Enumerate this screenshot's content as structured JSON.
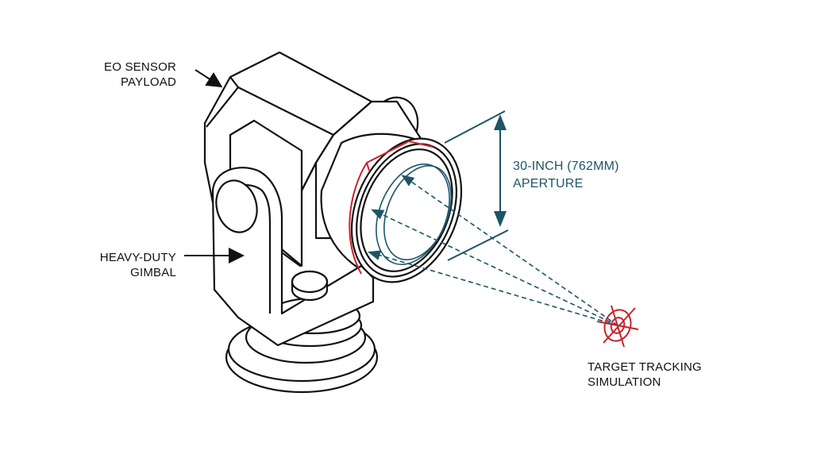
{
  "labels": {
    "payload": [
      "EO SENSOR",
      "PAYLOAD"
    ],
    "gimbal": [
      "HEAVY-DUTY",
      "GIMBAL"
    ],
    "aperture": [
      "30-INCH (762MM)",
      "APERTURE"
    ],
    "target": [
      "TARGET TRACKING",
      "SIMULATION"
    ]
  },
  "colors": {
    "line": "#111111",
    "dimension": "#1c5566",
    "highlight": "#c8232c"
  }
}
